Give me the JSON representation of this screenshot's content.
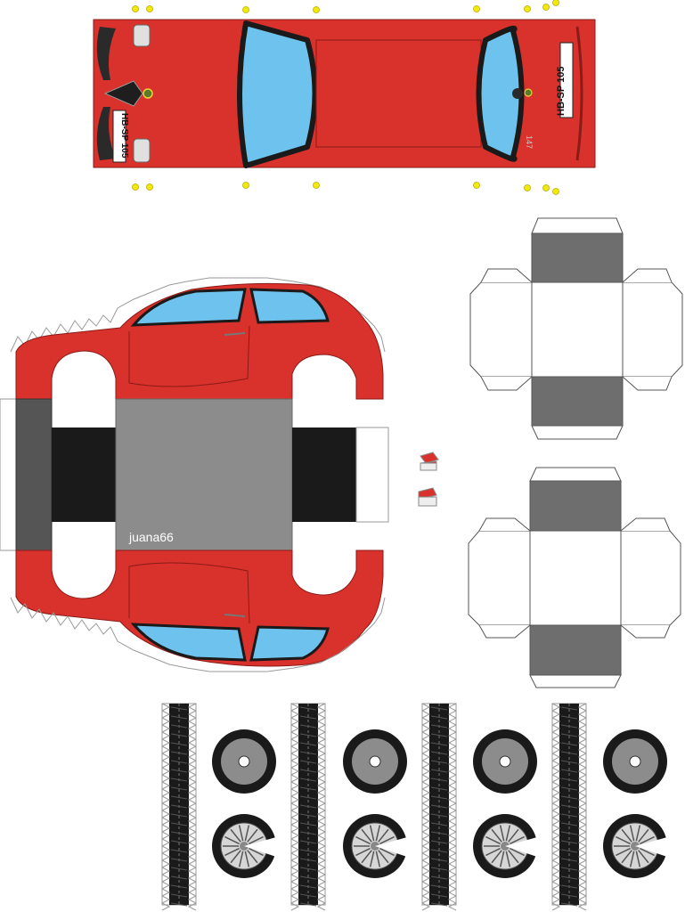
{
  "sheet": {
    "top_plate_front": "HB-SP 105",
    "top_plate_rear": "HB-SP 105",
    "rear_badge": "147",
    "credit": "juana66"
  },
  "colors": {
    "body_red": "#d9312b",
    "window_blue": "#6ec3ee",
    "panel_gray": "#8c8c8c",
    "dark_gray": "#555555",
    "black_band": "#1a1a1a",
    "glue_dot": "#f2e90a"
  }
}
